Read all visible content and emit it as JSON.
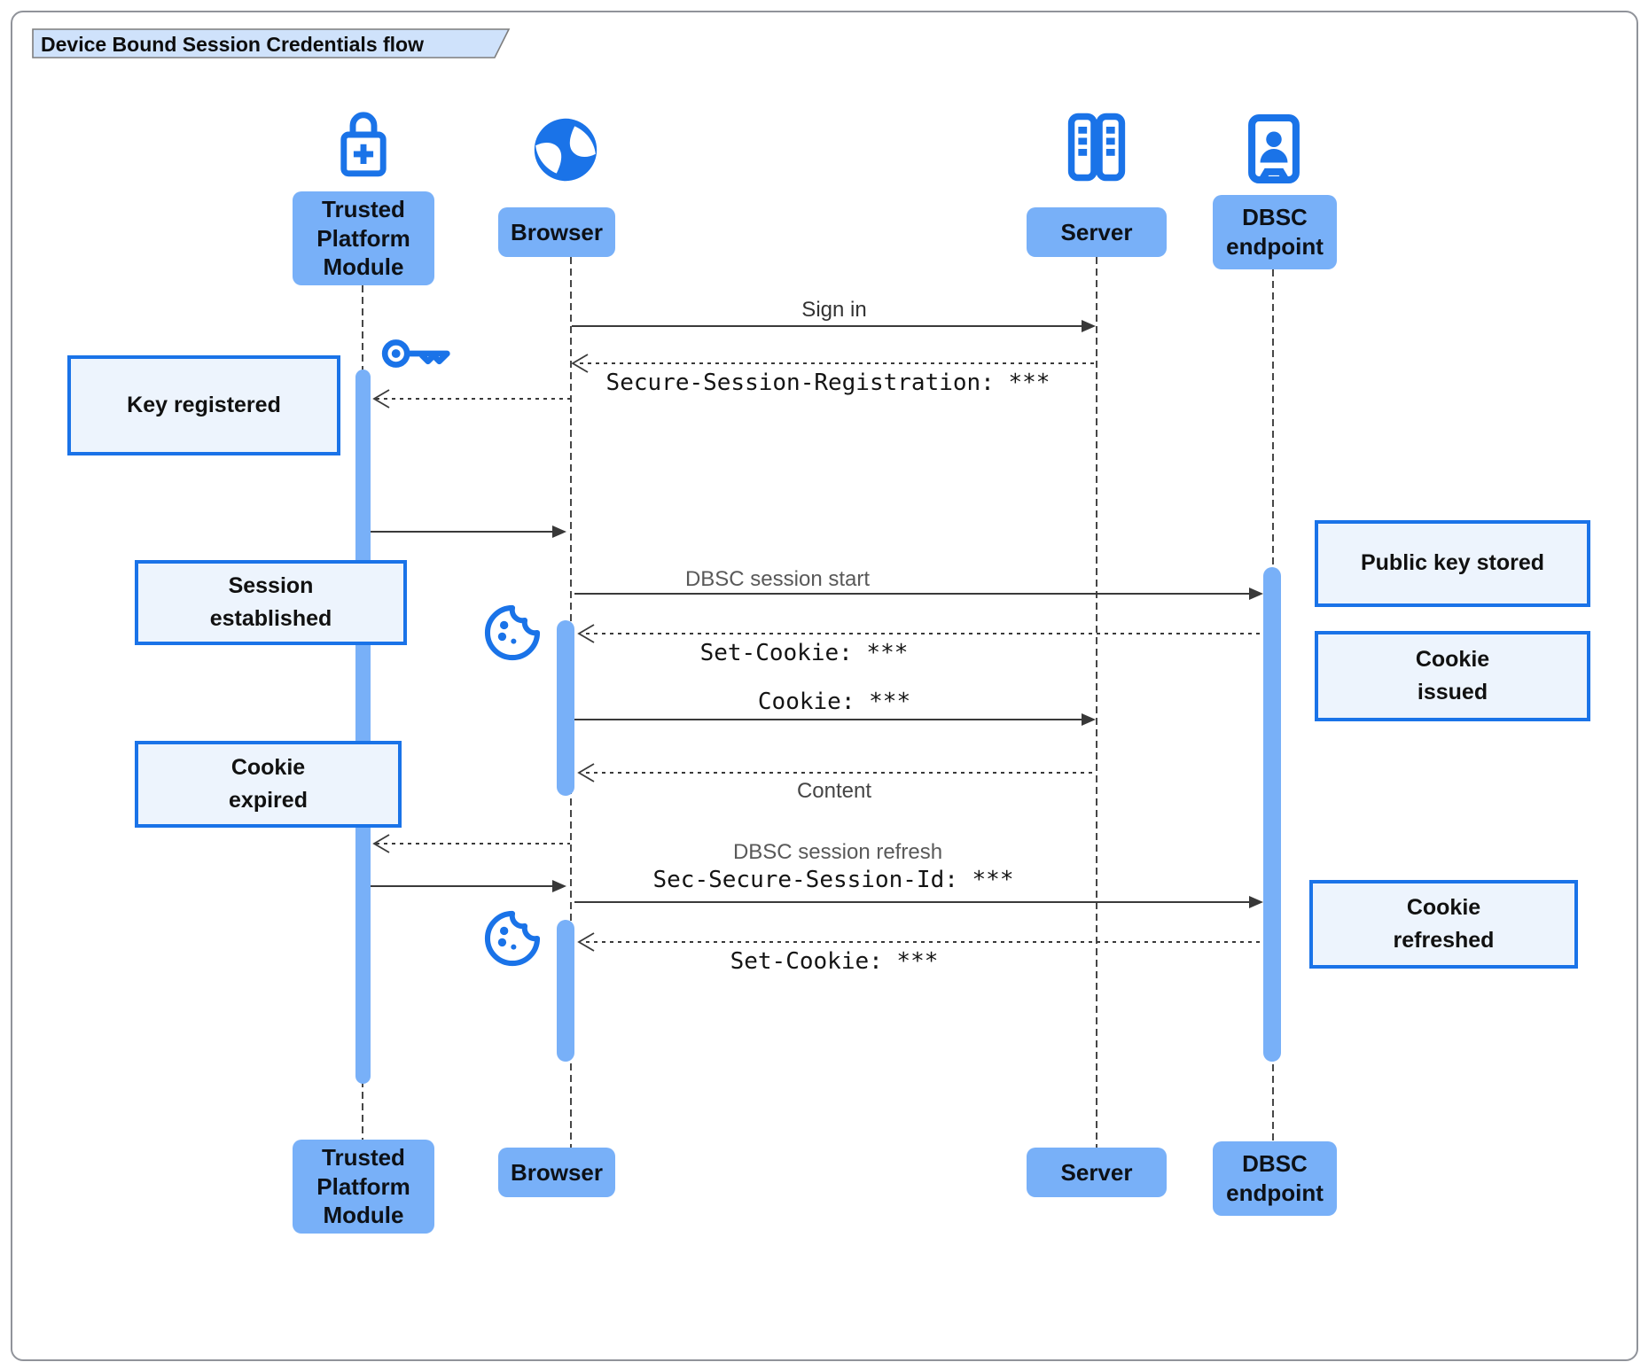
{
  "title": "Device Bound Session Credentials flow",
  "actors": {
    "tpm": {
      "label": "Trusted\nPlatform\nModule",
      "icon": "lock-plus-icon"
    },
    "browser": {
      "label": "Browser",
      "icon": "globe-icon"
    },
    "server": {
      "label": "Server",
      "icon": "server-racks-icon"
    },
    "dbsc": {
      "label": "DBSC\nendpoint",
      "icon": "endpoint-kiosk-icon"
    }
  },
  "messages": {
    "sign_in": "Sign in",
    "secure_session_registration": "Secure-Session-Registration: ***",
    "dbsc_session_start": "DBSC session start",
    "set_cookie_1": "Set-Cookie: ***",
    "cookie": "Cookie: ***",
    "content": "Content",
    "dbsc_session_refresh": "DBSC session refresh",
    "sec_secure_session_id": "Sec-Secure-Session-Id: ***",
    "set_cookie_2": "Set-Cookie: ***"
  },
  "notes": {
    "key_registered": "Key registered",
    "session_established": "Session\nestablished",
    "cookie_expired": "Cookie\nexpired",
    "public_key_stored": "Public key stored",
    "cookie_issued": "Cookie\nissued",
    "cookie_refreshed": "Cookie\nrefreshed"
  },
  "icons": {
    "lock-plus-icon": "lock with plus",
    "globe-icon": "browser globe",
    "server-racks-icon": "two server towers",
    "endpoint-kiosk-icon": "person in frame",
    "key-icon": "key",
    "cookie-icon": "bitten cookie"
  },
  "colors": {
    "accent": "#1a73e8",
    "activation": "#78b0f8",
    "note_bg": "#edf4fd",
    "note_border": "#1a73e8",
    "title_bg": "#cfe2fb",
    "line": "#3a3a3a"
  }
}
